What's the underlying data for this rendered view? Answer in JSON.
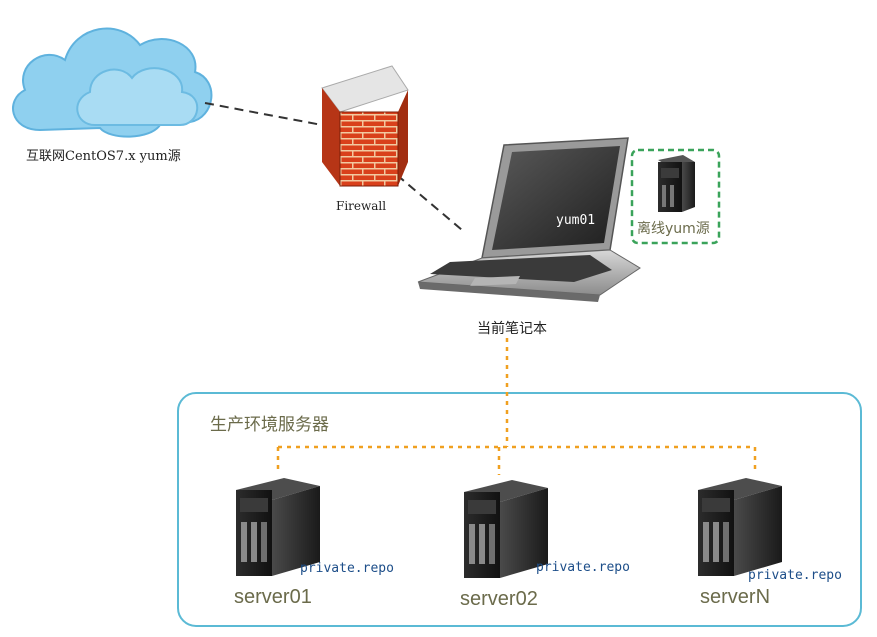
{
  "internet": {
    "label": "互联网CentOS7.x yum源"
  },
  "firewall": {
    "label": "Firewall"
  },
  "laptop": {
    "host": "yum01",
    "label": "当前笔记本"
  },
  "offline_repo": {
    "label": "离线yum源"
  },
  "group": {
    "title": "生产环境服务器",
    "servers": [
      {
        "name": "server01",
        "repo": "private.repo"
      },
      {
        "name": "server02",
        "repo": "private.repo"
      },
      {
        "name": "serverN",
        "repo": "private.repo"
      }
    ]
  },
  "colors": {
    "group_border": "#5bbad5",
    "dotted_link": "#f0a020",
    "dashed_link": "#333333",
    "offline_border": "#3aa35a",
    "repo_text": "#1d4e89",
    "cloud": "#7ec8ec"
  }
}
